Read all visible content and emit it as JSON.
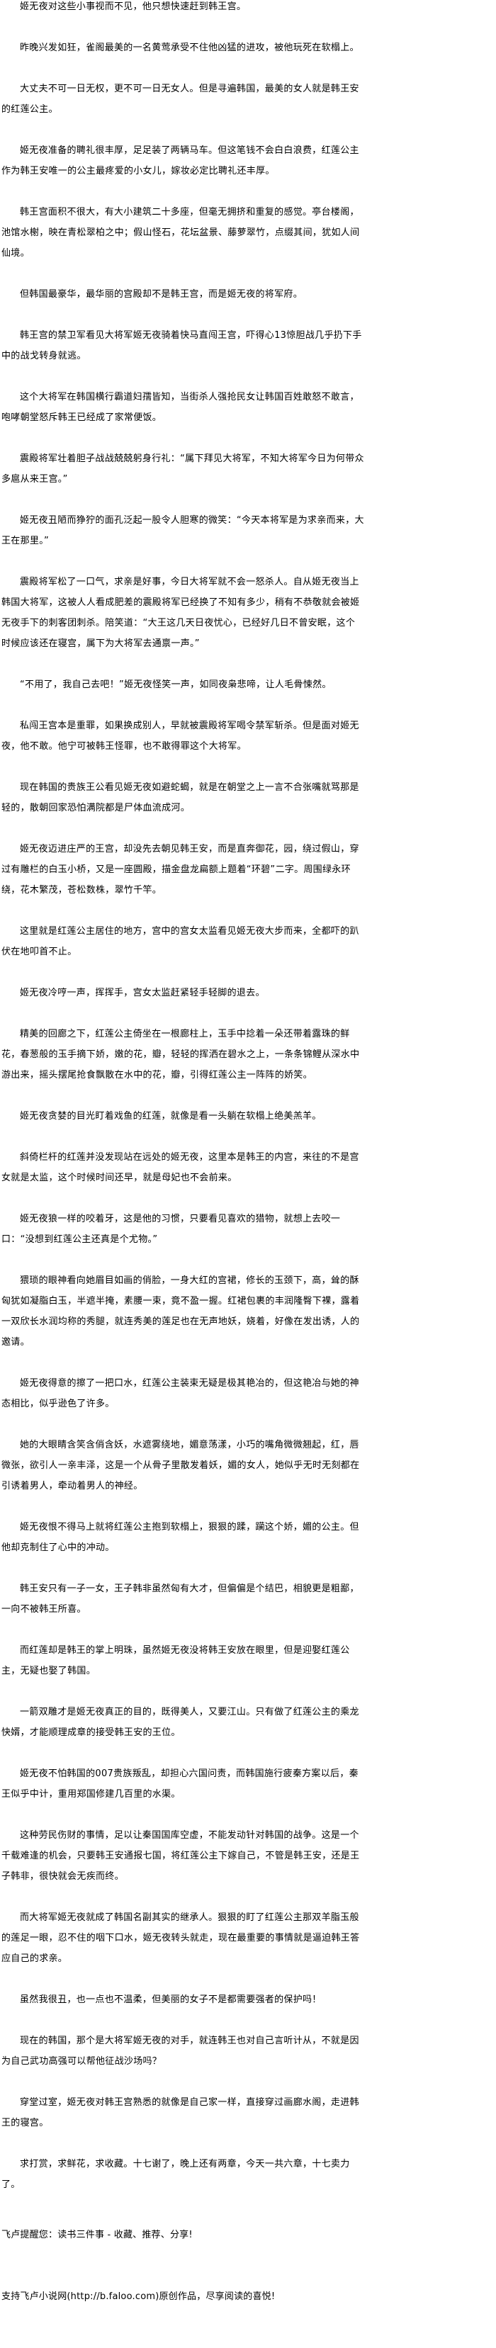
{
  "article": {
    "paragraphs": [
      "姬无夜对这些小事视而不见，他只想快速赶到韩王宫。",
      "昨晚兴发如狂，雀阁最美的一名黄莺承受不住他凶猛的进攻，被他玩死在软榻上。",
      "大丈夫不可一日无权，更不可一日无女人。但是寻遍韩国，最美的女人就是韩王安的红莲公主。",
      "姬无夜准备的聘礼很丰厚，足足装了两辆马车。但这笔钱不会白白浪费，红莲公主作为韩王安唯一的公主最疼爱的小女儿，嫁妆必定比聘礼还丰厚。",
      "韩王宫面积不很大，有大小建筑二十多座，但毫无拥挤和重复的感觉。亭台楼阁，池馆水榭，映在青松翠柏之中；假山怪石，花坛盆景、藤萝翠竹，点缀其间，犹如人间仙境。",
      "但韩国最豪华，最华丽的宫殿却不是韩王宫，而是姬无夜的将军府。",
      "韩王宫的禁卫军看见大将军姬无夜骑着快马直闯王宫，吓得心13惊胆战几乎扔下手中的战戈转身就逃。",
      "这个大将军在韩国横行霸道妇孺皆知，当街杀人强抢民女让韩国百姓敢怒不敢言，咆哮朝堂怒斥韩王已经成了家常便饭。",
      "震殿将军壮着胆子战战兢兢躬身行礼：“属下拜见大将军，不知大将军今日为何带众多扈从来王宫。”",
      "姬无夜丑陋而狰狞的面孔泛起一股令人胆寒的微笑：“今天本将军是为求亲而来，大王在那里。”",
      "震殿将军松了一口气，求亲是好事，今日大将军就不会一怒杀人。自从姬无夜当上韩国大将军，这被人人看成肥差的震殿将军已经换了不知有多少，稍有不恭敬就会被姬无夜手下的刺客团刺杀。陪笑道：“大王这几天日夜忧心，已经好几日不曾安眠，这个时候应该还在寝宫，属下为大将军去通禀一声。”",
      "“不用了，我自己去吧！”姬无夜怪笑一声，如同夜枭悲啼，让人毛骨悚然。",
      "私闯王宫本是重罪，如果换成别人，早就被震殿将军喝令禁军斩杀。但是面对姬无夜，他不敢。他宁可被韩王怪罪，也不敢得罪这个大将军。",
      "现在韩国的贵族王公看见姬无夜如避蛇蝎，就是在朝堂之上一言不合张嘴就骂那是轻的，散朝回家恐怕满院都是尸体血流成河。",
      "姬无夜迈进庄严的王宫，却没先去朝见韩王安，而是直奔御花，园，绕过假山，穿过有雕栏的白玉小桥，又是一座圆殿，描金盘龙扁额上题着“环碧”二字。周围绿永环绕，花木繁茂，苍松数株，翠竹千竿。",
      "这里就是红莲公主居住的地方，宫中的宫女太监看见姬无夜大步而来，全都吓的趴伏在地叩首不止。",
      "姬无夜冷哼一声，挥挥手，宫女太监赶紧轻手轻脚的退去。",
      "精美的回廊之下，红莲公主倚坐在一根廊柱上，玉手中捻着一朵还带着露珠的鲜花，春葱般的玉手摘下娇，嫩的花，瓣，轻轻的挥洒在碧水之上，一条条锦鲤从深水中游出来，摇头摆尾抢食飘散在水中的花，瓣，引得红莲公主一阵阵的娇笑。",
      "姬无夜贪婪的目光盯着戏鱼的红莲，就像是看一头躺在软榻上绝美羔羊。",
      "斜倚栏杆的红莲并没发现站在远处的姬无夜，这里本是韩王的内宫，来往的不是宫女就是太监，这个时候时间还早，就是母妃也不会前来。",
      "姬无夜狼一样的咬着牙，这是他的习惯，只要看见喜欢的猎物，就想上去咬一口：“没想到红莲公主还真是个尤物。”",
      "猥琐的眼神看向她眉目如画的俏脸，一身大红的宫裙，修长的玉颈下，高，耸的酥匈犹如凝脂白玉，半遮半掩，素腰一束，竟不盈一握。红裙包裹的丰润隆臀下裸，露着一双欣长水润均称的秀腿，就连秀美的莲足也在无声地妖，娆着，好像在发出诱，人的邀请。",
      "姬无夜得意的擦了一把口水，红莲公主装束无疑是极其艳冶的，但这艳冶与她的神态相比，似乎逊色了许多。",
      "她的大眼睛含笑含俏含妖，水遮雾绕地，媚意荡漾，小巧的嘴角微微翘起，红，唇微张，欲引人一亲丰泽，这是一个从骨子里散发着妖，媚的女人，她似乎无时无刻都在引诱着男人，牵动着男人的神经。",
      "姬无夜恨不得马上就将红莲公主抱到软榻上，狠狠的蹂，躏这个娇，媚的公主。但他却克制住了心中的冲动。",
      "韩王安只有一子一女，王子韩非虽然匈有大才，但偏偏是个结巴，相貌更是粗鄙，一向不被韩王所喜。",
      "而红莲却是韩王的掌上明珠，虽然姬无夜没将韩王安放在眼里，但是迎娶红莲公主，无疑也娶了韩国。",
      "一箭双雕才是姬无夜真正的目的，既得美人，又要江山。只有做了红莲公主的乘龙快婿，才能顺理成章的接受韩王安的王位。",
      "姬无夜不怕韩国的007贵族叛乱，却担心六国问责，而韩国施行疲秦方案以后，秦王似乎中计，重用郑国修建几百里的水渠。",
      "这种劳民伤财的事情，足以让秦国国库空虚，不能发动针对韩国的战争。这是一个千载难逢的机会，只要韩王安通报七国，将红莲公主下嫁自己，不管是韩王安，还是王子韩非，很快就会无疾而终。",
      "而大将军姬无夜就成了韩国名副其实的继承人。狠狠的盯了红莲公主那双羊脂玉般的莲足一眼，忍不住的咽下口水，姬无夜转头就走，现在最重要的事情就是逼迫韩王答应自己的求亲。",
      "虽然我很丑，也一点也不温柔，但美丽的女子不是都需要强者的保护吗！",
      "现在的韩国，那个是大将军姬无夜的对手，就连韩王也对自己言听计从，不就是因为自己武功高强可以帮他征战沙场吗？",
      "穿堂过室，姬无夜对韩王宫熟悉的就像是自己家一样，直接穿过画廊水阁，走进韩王的寝宫。",
      "求打赏，求鲜花，求收藏。十七谢了，晚上还有两章，今天一共六章，十七卖力了。"
    ]
  },
  "footer": {
    "reminder": "飞卢提醒您：读书三件事 - 收藏、推荐、分享!",
    "support": "支持飞卢小说网(http://b.faloo.com)原创作品，尽享阅读的喜悦!"
  }
}
